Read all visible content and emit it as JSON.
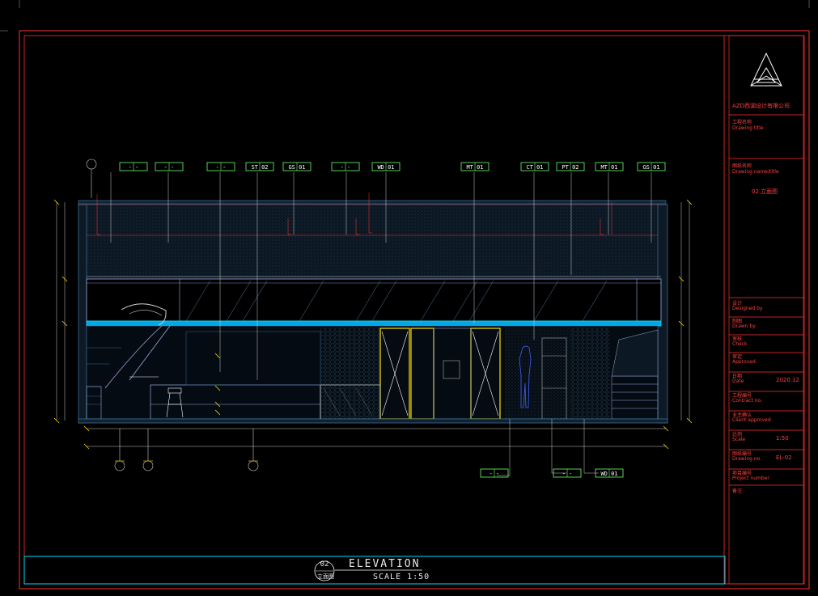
{
  "title_block": {
    "company": "AZD西湖设计有限公司",
    "drawing_title_label": "工程名称",
    "drawing_title_en": "Drawing title",
    "drawing_name_label": "图纸名称",
    "drawing_name_en": "Drawing name/title",
    "drawing_name_value": "02 立面图",
    "rows": [
      {
        "cn": "设计",
        "en": "Designed by"
      },
      {
        "cn": "制图",
        "en": "Drawn by"
      },
      {
        "cn": "审核",
        "en": "Check"
      },
      {
        "cn": "审定",
        "en": "Approved"
      },
      {
        "cn": "日期",
        "en": "Date",
        "value": "2020.12"
      },
      {
        "cn": "工程编号",
        "en": "Contract no."
      },
      {
        "cn": "业主确认",
        "en": "Client approved"
      },
      {
        "cn": "比例",
        "en": "Scale",
        "value": "1:50"
      },
      {
        "cn": "图纸编号",
        "en": "Drawing no.",
        "value": "EL-02"
      },
      {
        "cn": "项目编号",
        "en": "Project number"
      },
      {
        "cn": "备注",
        "en": ""
      }
    ]
  },
  "elevation_title": {
    "number": "02",
    "title": "ELEVATION",
    "sub": "立面图",
    "scale": "SCALE 1:50"
  },
  "material_tags_top": [
    {
      "code": "-  -"
    },
    {
      "code": "-  -"
    },
    {
      "code": "-  -"
    },
    {
      "code": "ST  02"
    },
    {
      "code": "GS  01"
    },
    {
      "code": "-  -"
    },
    {
      "code": "WD  01"
    },
    {
      "code": "MT  01"
    },
    {
      "code": "CT  01"
    },
    {
      "code": "PT  02"
    },
    {
      "code": "MT  01"
    },
    {
      "code": "GS  01"
    }
  ],
  "material_tags_bottom": [
    {
      "code": "-  -"
    },
    {
      "code": "-  -"
    },
    {
      "code": "WD  01"
    }
  ]
}
